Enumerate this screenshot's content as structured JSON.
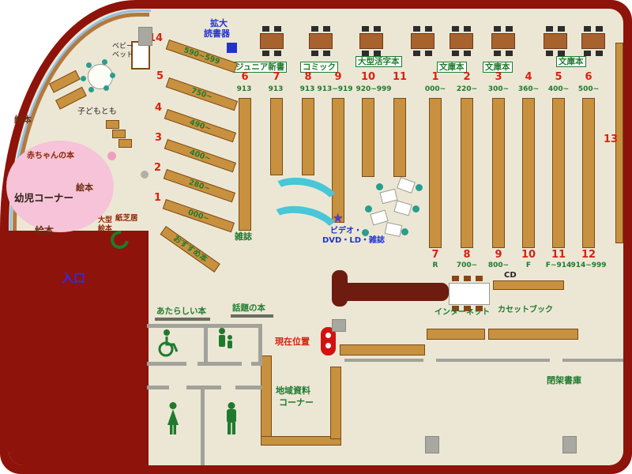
{
  "colors": {
    "frame": "#8e130a",
    "floor": "#ece7d5",
    "shelf": "#c8913f",
    "shelf_border": "#7d4a15",
    "wood": "#a8622e",
    "counter": "#6e1b10",
    "teal": "#2a9d8f",
    "cyan": "#49c6d8",
    "green": "#1f7a2e",
    "red": "#d8220f",
    "blue": "#2233cc",
    "pink": "#f6c3d8",
    "wall": "#a2a29a"
  },
  "icons": {
    "star": "★"
  },
  "entrance_label": "入口",
  "top_area": {
    "magnifier_line1": "拡大",
    "magnifier_line2": "読書器",
    "section_labels": [
      "ジュニア新書",
      "コミック",
      "大型活字本",
      "文庫本",
      "文庫本",
      "文庫本"
    ]
  },
  "diagonal_shelves": {
    "rows": [
      {
        "num": "14",
        "range": "590~599"
      },
      {
        "num": "5",
        "range": "750~"
      },
      {
        "num": "4",
        "range": "490~"
      },
      {
        "num": "3",
        "range": "400~"
      },
      {
        "num": "2",
        "range": "280~"
      },
      {
        "num": "1",
        "range": "000~"
      }
    ],
    "recommended": "おすすめ本"
  },
  "stacks_left": {
    "numbers": [
      "6",
      "7",
      "8",
      "9",
      "10",
      "11"
    ],
    "ranges": [
      "913",
      "913",
      "913",
      "913~919",
      "920~999"
    ],
    "magazine": "雑誌",
    "video_line1": "ビデオ・",
    "video_line2": "DVD・LD・雑誌"
  },
  "stacks_right": {
    "top_numbers": [
      "1",
      "2",
      "3",
      "4",
      "5",
      "6"
    ],
    "top_ranges": [
      "000~",
      "220~",
      "300~",
      "360~",
      "400~",
      "500~"
    ],
    "bottom_numbers": [
      "7",
      "8",
      "9",
      "10",
      "11",
      "12"
    ],
    "bottom_ranges": [
      "R",
      "700~",
      "800~",
      "F",
      "F~914",
      "914~999"
    ],
    "wall_shelf_number": "13"
  },
  "children_corner": {
    "baby_bed_line1": "ベビー",
    "baby_bed_line2": "ベッド",
    "kodomo_label": "子どもとも",
    "baby_books": "赤ちゃんの本",
    "toddler_corner": "幼児コーナー",
    "ehon_1": "絵本",
    "ehon_2": "絵本",
    "ehon_3": "絵本",
    "large_ehon_line1": "大型",
    "large_ehon_line2": "絵本",
    "kamishibai": "紙芝居"
  },
  "center_area": {
    "current_location": "現在位置",
    "new_books": "あたらしい本",
    "topic_books": "話題の本",
    "local_line1": "地域資料",
    "local_line2": "コーナー"
  },
  "right_area": {
    "internet": "インターネット",
    "cd": "CD",
    "cassette": "カセットブック",
    "closed_stacks": "閉架書庫"
  }
}
